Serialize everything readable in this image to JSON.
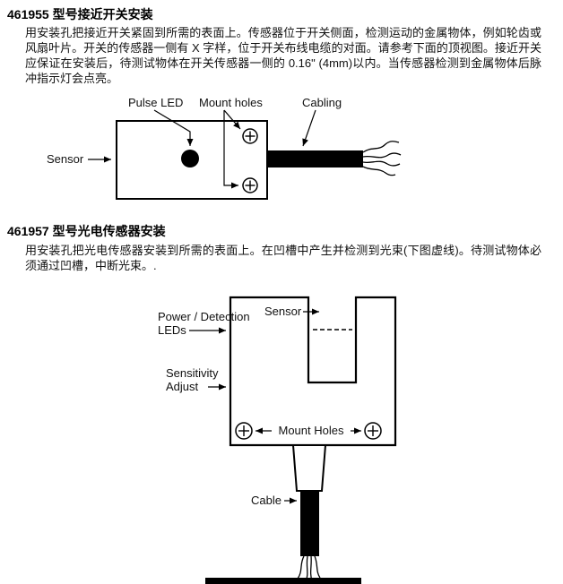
{
  "doc": {
    "section1": {
      "heading": "461955 型号接近开关安装",
      "paragraph": "用安装孔把接近开关紧固到所需的表面上。传感器位于开关侧面，检测运动的金属物体，例如轮齿或风扇叶片。开关的传感器一侧有 X 字样，位于开关布线电缆的对面。请参考下面的顶视图。接近开关应保证在安装后，待测试物体在开关传感器一侧的 0.16\" (4mm)以内。当传感器检测到金属物体后脉冲指示灯会点亮。",
      "labels": {
        "pulse_led": "Pulse LED",
        "mount_holes": "Mount holes",
        "cabling": "Cabling",
        "sensor": "Sensor"
      }
    },
    "section2": {
      "heading": "461957 型号光电传感器安装",
      "paragraph": "用安装孔把光电传感器安装到所需的表面上。在凹槽中产生并检测到光束(下图虚线)。待测试物体必须通过凹槽，中断光束。.",
      "labels": {
        "power_detection_line1": "Power / Detection",
        "power_detection_line2": "LEDs",
        "sensor": "Sensor",
        "sensitivity_line1": "Sensitivity",
        "sensitivity_line2": "Adjust",
        "mount_holes": "Mount Holes",
        "cable": "Cable"
      }
    },
    "colors": {
      "line": "#000000",
      "text": "#111111"
    }
  }
}
